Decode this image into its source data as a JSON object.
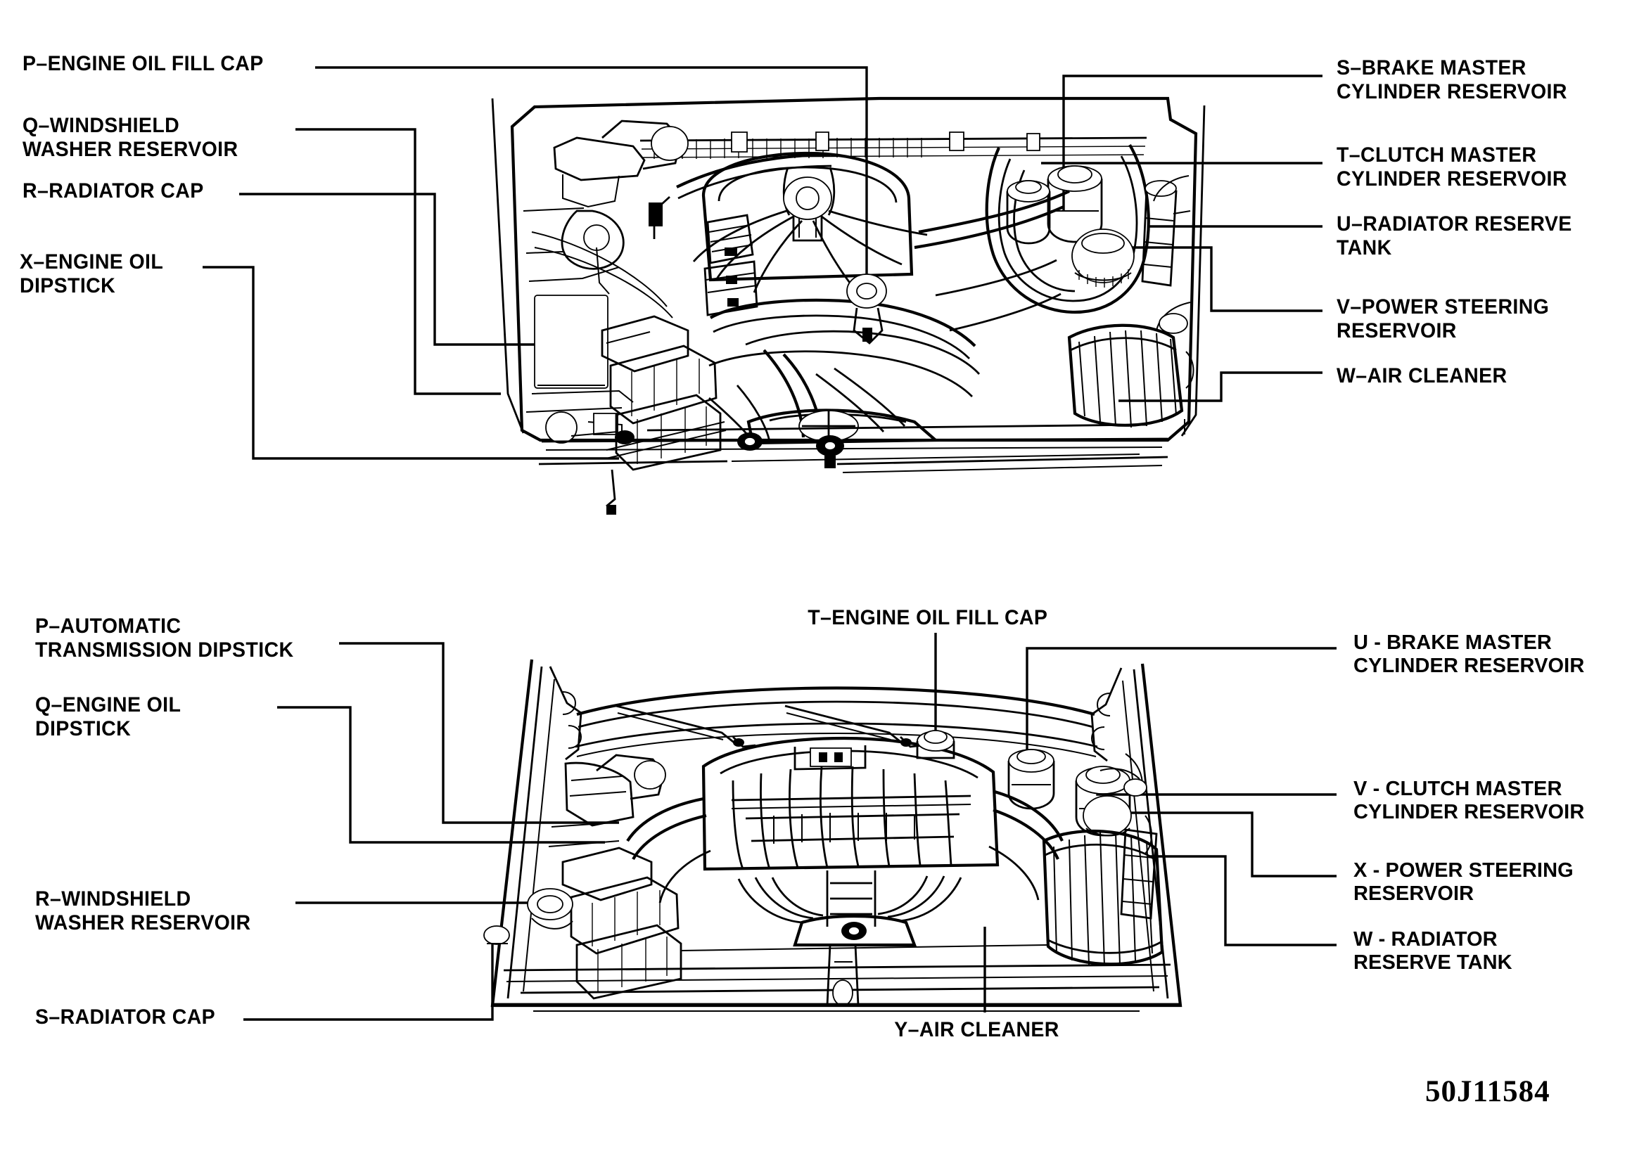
{
  "document": {
    "kind": "automotive-service-illustration",
    "part_number": "50J11584",
    "background_color": "#ffffff",
    "ink_color": "#000000"
  },
  "diagrams": [
    {
      "id": "upper-engine-compartment",
      "name": "upper engine compartment underhood view",
      "labels_left": [
        {
          "key": "P",
          "text": "P–ENGINE OIL FILL CAP"
        },
        {
          "key": "Q",
          "text": "Q–WINDSHIELD\nWASHER RESERVOIR"
        },
        {
          "key": "R",
          "text": "R–RADIATOR CAP"
        },
        {
          "key": "X",
          "text": "X–ENGINE OIL\nDIPSTICK"
        }
      ],
      "labels_right": [
        {
          "key": "S",
          "text": "S–BRAKE MASTER\nCYLINDER RESERVOIR"
        },
        {
          "key": "T",
          "text": "T–CLUTCH MASTER\nCYLINDER RESERVOIR"
        },
        {
          "key": "U",
          "text": "U–RADIATOR RESERVE\nTANK"
        },
        {
          "key": "V",
          "text": "V–POWER STEERING\nRESERVOIR"
        },
        {
          "key": "W",
          "text": "W–AIR CLEANER"
        }
      ]
    },
    {
      "id": "lower-engine-compartment",
      "name": "lower engine compartment underhood view",
      "labels_left": [
        {
          "key": "P",
          "text": "P–AUTOMATIC\nTRANSMISSION DIPSTICK"
        },
        {
          "key": "Q",
          "text": "Q–ENGINE OIL\nDIPSTICK"
        },
        {
          "key": "R",
          "text": "R–WINDSHIELD\nWASHER RESERVOIR"
        },
        {
          "key": "S",
          "text": "S–RADIATOR CAP"
        }
      ],
      "labels_center": [
        {
          "key": "T",
          "text": "T–ENGINE OIL FILL CAP"
        },
        {
          "key": "Y",
          "text": "Y–AIR CLEANER"
        }
      ],
      "labels_right": [
        {
          "key": "U",
          "text": "U - BRAKE MASTER\nCYLINDER RESERVOIR"
        },
        {
          "key": "V",
          "text": "V - CLUTCH MASTER\nCYLINDER RESERVOIR"
        },
        {
          "key": "X",
          "text": "X - POWER STEERING\nRESERVOIR"
        },
        {
          "key": "W",
          "text": "W - RADIATOR\nRESERVE TANK"
        }
      ]
    }
  ]
}
